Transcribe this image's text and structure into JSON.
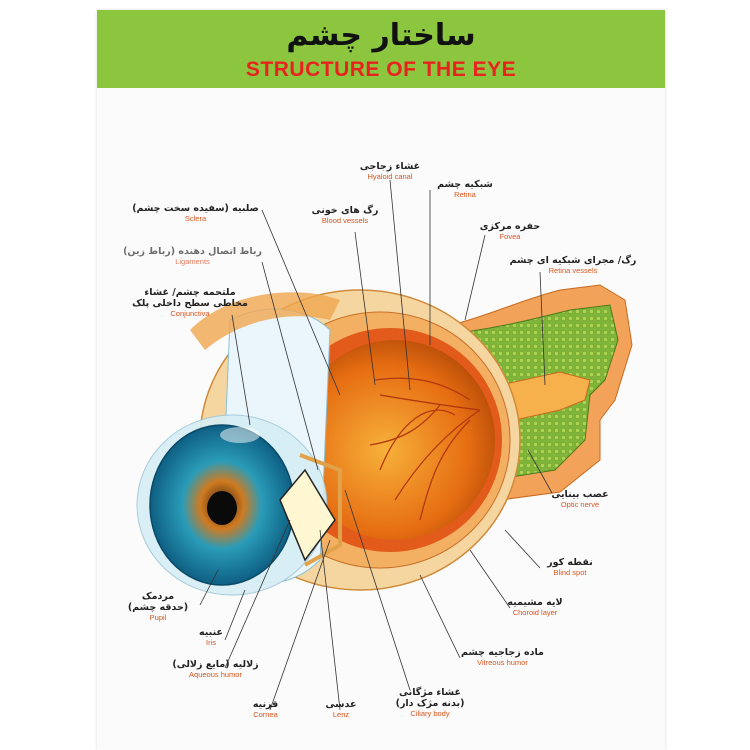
{
  "header": {
    "title_fa": "ساختار چشم",
    "title_en": "STRUCTURE OF THE EYE"
  },
  "labels": {
    "hyaloid": {
      "fa": "غشاء زجاجی",
      "en": "Hyaloid canal"
    },
    "retina": {
      "fa": "شبکیه چشم",
      "en": "Retina"
    },
    "blood_vessels": {
      "fa": "رگ های خونی",
      "en": "Blood vessels"
    },
    "fovea": {
      "fa": "حفره مرکزی",
      "en": "Fovea"
    },
    "sclera": {
      "fa": "صلبیه (سفیده سخت چشم)",
      "en": "Sclera"
    },
    "retina_vessels": {
      "fa": "رگ/ مجرای شبکیه ای چشم",
      "en": "Retina vessels"
    },
    "ligaments": {
      "fa": "رباط اتصال دهنده (رباط زین)",
      "en": "Ligaments"
    },
    "conjunctiva": {
      "fa1": "ملتحمه چشم/ غشاء",
      "fa2": "مخاطی سطح داخلی پلک",
      "en": "Conjunctiva"
    },
    "optic_nerve": {
      "fa": "عصب بینایی",
      "en": "Optic nerve"
    },
    "blind_spot": {
      "fa": "نقطه کور",
      "en": "Blind spot"
    },
    "pupil": {
      "fa1": "مردمک",
      "fa2": "(حدقه چشم)",
      "en": "Pupil"
    },
    "choroid": {
      "fa": "لایه مشیمیه",
      "en": "Choroid layer"
    },
    "iris": {
      "fa": "عنبیه",
      "en": "Iris"
    },
    "vitreous": {
      "fa": "ماده زجاجیه چشم",
      "en": "Vitreous humor"
    },
    "aqueous": {
      "fa": "زلالیه (مایع زلالی)",
      "en": "Aqueous humor"
    },
    "cornea": {
      "fa": "قرنیه",
      "en": "Cornea"
    },
    "lens": {
      "fa": "عدسی",
      "en": "Lenz"
    },
    "ciliary": {
      "fa1": "غشاء مژگانی",
      "fa2": "(بدنه مژک دار)",
      "en": "Ciliary body"
    }
  },
  "colors": {
    "header_green": "#8cc63f",
    "title_red": "#e8231f",
    "label_orange": "#d9541e",
    "iris_blue": "#1f8fb0",
    "sclera_orange": "#f08a1c",
    "nerve_green": "#9cc44a"
  }
}
